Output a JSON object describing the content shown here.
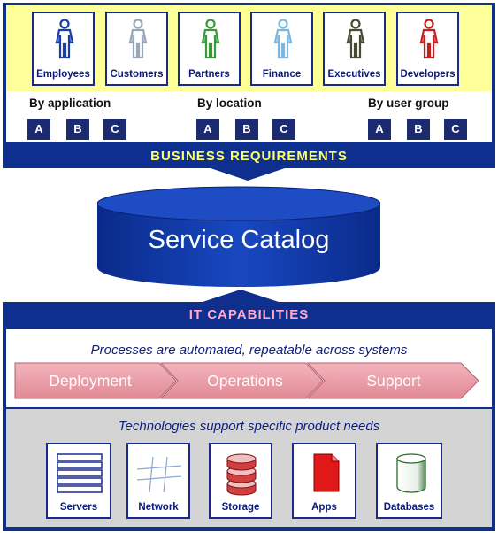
{
  "business": {
    "label": "BUSINESS REQUIREMENTS",
    "users": [
      {
        "label": "Employees",
        "color": "#1a3ea8"
      },
      {
        "label": "Customers",
        "color": "#98a8b8"
      },
      {
        "label": "Partners",
        "color": "#3a9a3a"
      },
      {
        "label": "Finance",
        "color": "#7ab8e0"
      },
      {
        "label": "Executives",
        "color": "#7a7a50"
      },
      {
        "label": "Developers",
        "color": "#c02020"
      }
    ],
    "filters": [
      {
        "title": "By application",
        "options": [
          "A",
          "B",
          "C"
        ]
      },
      {
        "title": "By location",
        "options": [
          "A",
          "B",
          "C"
        ]
      },
      {
        "title": "By user group",
        "options": [
          "A",
          "B",
          "C"
        ]
      }
    ]
  },
  "catalog": {
    "label": "Service Catalog"
  },
  "it": {
    "label": "IT CAPABILITIES",
    "processes_caption": "Processes are automated, repeatable across systems",
    "steps": [
      "Deployment",
      "Operations",
      "Support"
    ],
    "tech_caption": "Technologies support specific product needs",
    "technologies": [
      {
        "label": "Servers",
        "icon": "server-rack-icon"
      },
      {
        "label": "Network",
        "icon": "network-grid-icon"
      },
      {
        "label": "Storage",
        "icon": "storage-stack-icon"
      },
      {
        "label": "Apps",
        "icon": "document-icon"
      },
      {
        "label": "Databases",
        "icon": "database-cylinder-icon"
      }
    ]
  },
  "colors": {
    "navy": "#0e2f8e",
    "band_yellow": "#ffff99",
    "arrow_pink": "#f0a8b0",
    "gray": "#d4d4d4"
  }
}
